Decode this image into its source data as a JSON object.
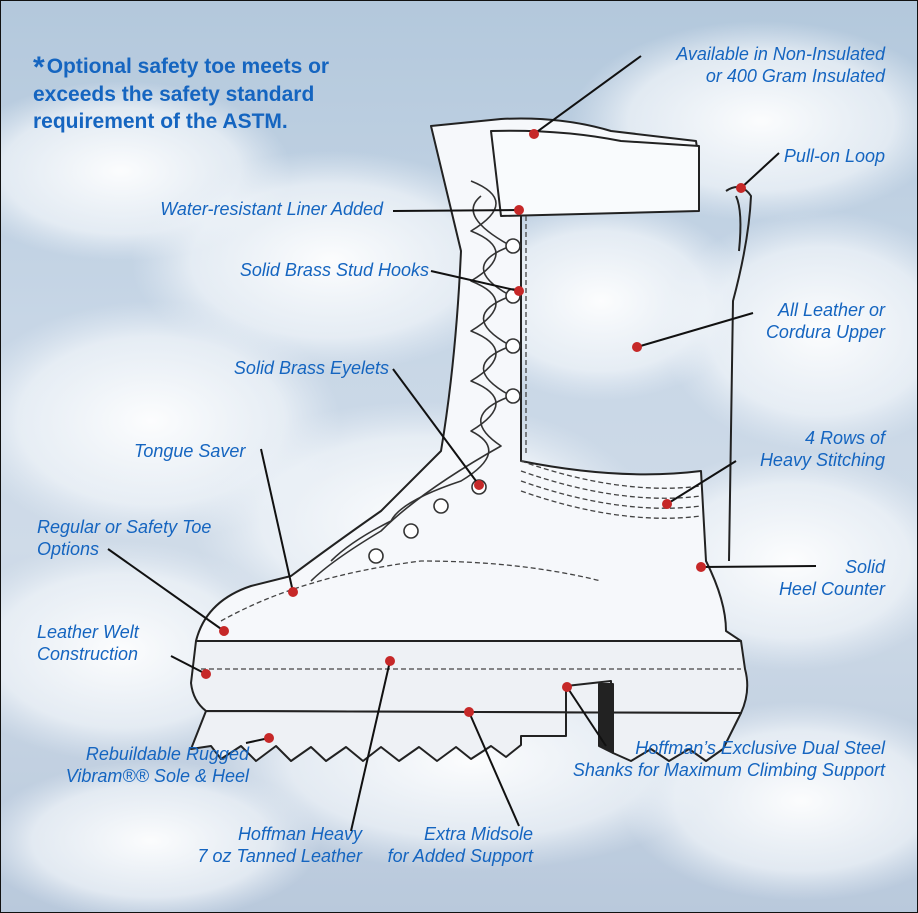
{
  "note": {
    "star": "*",
    "text": "Optional safety toe meets or exceeds the safety standard requirement of the ASTM."
  },
  "callouts": {
    "insulation": [
      "Available in Non-Insulated",
      "or 400 Gram Insulated"
    ],
    "pull_loop": [
      "Pull-on Loop"
    ],
    "liner": [
      "Water-resistant Liner Added"
    ],
    "stud_hooks": [
      "Solid Brass Stud Hooks"
    ],
    "upper": [
      "All Leather or",
      "Cordura Upper"
    ],
    "eyelets": [
      "Solid Brass Eyelets"
    ],
    "stitching": [
      "4 Rows of",
      "Heavy Stitching"
    ],
    "tongue_saver": [
      "Tongue Saver"
    ],
    "toe_options": [
      "Regular or Safety Toe",
      "Options"
    ],
    "heel_counter": [
      "Solid",
      "Heel Counter"
    ],
    "welt": [
      "Leather Welt",
      "Construction"
    ],
    "sole": [
      "Rebuildable Rugged",
      "Vibram®®  Sole & Heel"
    ],
    "shanks": [
      "Hoffman’s Exclusive Dual Steel",
      "Shanks for Maximum Climbing Support"
    ],
    "leather": [
      "Hoffman Heavy",
      "7 oz Tanned Leather"
    ],
    "midsole": [
      "Extra Midsole",
      "for Added Support"
    ]
  },
  "colors": {
    "label": "#1565c0",
    "dot": "#c62828",
    "line": "#111111"
  }
}
